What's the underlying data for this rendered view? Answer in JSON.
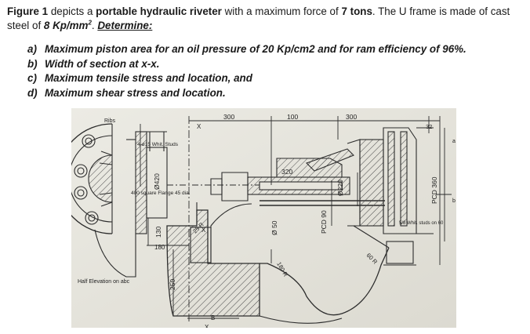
{
  "problem": {
    "p1": "Figure 1",
    "p2": " depicts a ",
    "p3": "portable hydraulic riveter",
    "p4": " with a maximum force of ",
    "p5": "7 tons",
    "p6": ". The U frame is made of cast steel of ",
    "p7": "8 Kp/mm",
    "p7_sup": "2",
    "p8": ". ",
    "p9": "Determine:"
  },
  "questions": [
    {
      "letter": "a)",
      "text": "Maximum piston area for an oil pressure of 20 Kp/cm2 and for ram efficiency of 96%."
    },
    {
      "letter": "b)",
      "text": "Width of section at x-x."
    },
    {
      "letter": "c)",
      "text": "Maximum tensile stress and location, and"
    },
    {
      "letter": "d)",
      "text": "Maximum shear stress and location."
    }
  ],
  "figure": {
    "labels": {
      "dim_300_left": "300",
      "dim_100": "100",
      "dim_300_right": "300",
      "dim_32": "32",
      "dim_320": "320",
      "dim_420": "Ø420",
      "dim_220": "Ø220",
      "pcd_90": "PCD 90",
      "pcd_360": "PCD 360",
      "dim_50": "Ø 50",
      "dim_130": "130",
      "dim_250": "250",
      "dim_180": "180",
      "r_25": "25 R",
      "r_180": "180 R",
      "r_60": "60 R",
      "label_x_top": "X",
      "label_x_mid": "X",
      "label_x_bot": "X",
      "label_b": "B",
      "label_a": "a",
      "label_b_small": "b",
      "ribs": "Ribs",
      "studs": "4-ø15 Whit. Studs",
      "flange": "400 square Flange 45 dia.",
      "whit_studs_right": "5/8 Whit. studs on 60",
      "half_elevation": "Half Elevation on abc"
    }
  }
}
